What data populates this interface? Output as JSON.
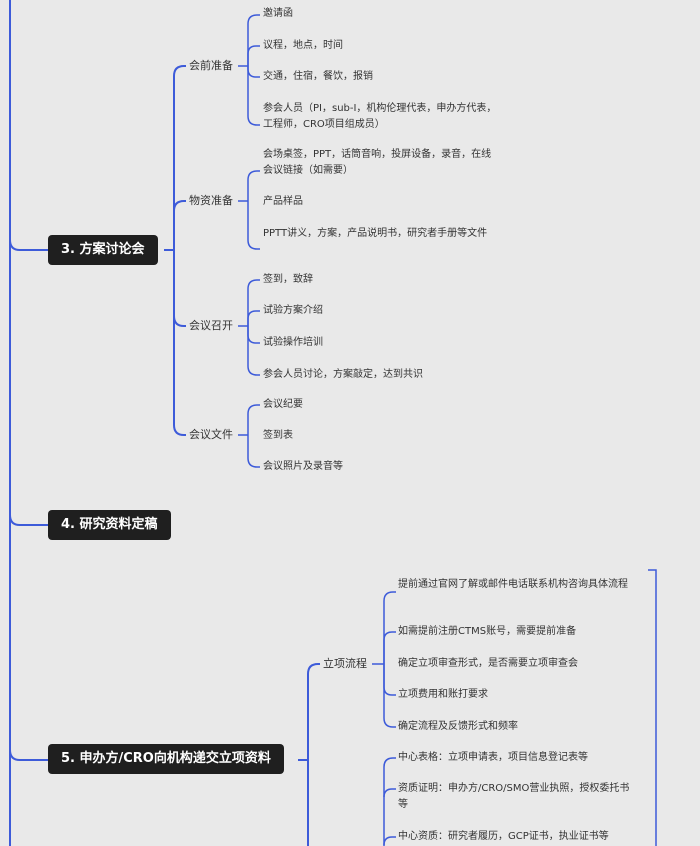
{
  "colors": {
    "line": "#3d5bd9",
    "node_bg": "#1f1f1f",
    "node_text": "#ffffff",
    "text": "#333333",
    "background": "#e9e9e9"
  },
  "main_nodes": [
    {
      "label": "3. 方案讨论会"
    },
    {
      "label": "4. 研究资料定稿"
    },
    {
      "label": "5. 申办方/CRO向机构递交立项资料"
    }
  ],
  "branches": [
    {
      "label": "会前准备",
      "items": [
        "邀请函",
        "议程，地点，时间",
        "交通，住宿，餐饮，报销",
        "参会人员（PI，sub-I，机构伦理代表，申办方代表，工程师，CRO项目组成员）"
      ]
    },
    {
      "label": "物资准备",
      "items": [
        "会场桌签，PPT，话筒音响，投屏设备，录音，在线会议链接（如需要）",
        "产品样品",
        "PPTT讲义，方案，产品说明书，研究者手册等文件"
      ]
    },
    {
      "label": "会议召开",
      "items": [
        "签到，致辞",
        "试验方案介绍",
        "试验操作培训",
        "参会人员讨论，方案敲定，达到共识"
      ]
    },
    {
      "label": "会议文件",
      "items": [
        "会议纪要",
        "签到表",
        "会议照片及录音等"
      ]
    },
    {
      "label": "立项流程",
      "items": [
        "提前通过官网了解或邮件电话联系机构咨询具体流程",
        "如需提前注册CTMS账号，需要提前准备",
        "确定立项审查形式，是否需要立项审查会",
        "立项费用和账打要求",
        "确定流程及反馈形式和频率"
      ]
    }
  ],
  "materials": [
    "中心表格：立项申请表，项目信息登记表等",
    "资质证明：申办方/CRO/SMO营业执照，授权委托书等",
    "中心资质：研究者履历，GCP证书，执业证书等"
  ]
}
